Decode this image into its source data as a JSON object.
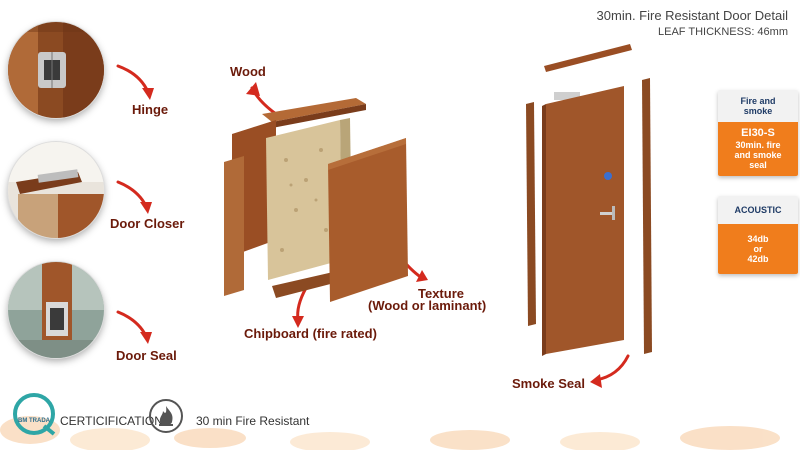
{
  "header": {
    "title": "30min. Fire Resistant Door Detail",
    "subtitle": "LEAF THICKNESS: 46mm"
  },
  "callouts": {
    "hinge": "Hinge",
    "door_closer": "Door Closer",
    "door_seal": "Door Seal",
    "wood": "Wood",
    "texture_line1": "Texture",
    "texture_line2": "(Wood or laminant)",
    "chipboard": "Chipboard (fire rated)",
    "smoke_seal": "Smoke Seal"
  },
  "side_panels": {
    "fire": {
      "heading_line1": "Fire and",
      "heading_line2": "smoke",
      "code": "EI30-S",
      "desc_line1": "30min. fire",
      "desc_line2": "and smoke",
      "desc_line3": "seal"
    },
    "acoustic": {
      "heading": "ACOUSTIC",
      "value_line1": "34db",
      "value_line2": "or",
      "value_line3": "42db"
    }
  },
  "footer": {
    "badge_text": "BM TRADA",
    "certification": "CERTICIFICATION",
    "fire_resistant": "30 min Fire Resistant"
  },
  "colors": {
    "arrow": "#d42a1e",
    "callout_text": "#6b1a0a",
    "panel_orange": "#f07d1c",
    "wood": "#a0562a"
  },
  "icons": {
    "fire": "flame-icon",
    "badge": "bm-trada-badge-icon"
  }
}
